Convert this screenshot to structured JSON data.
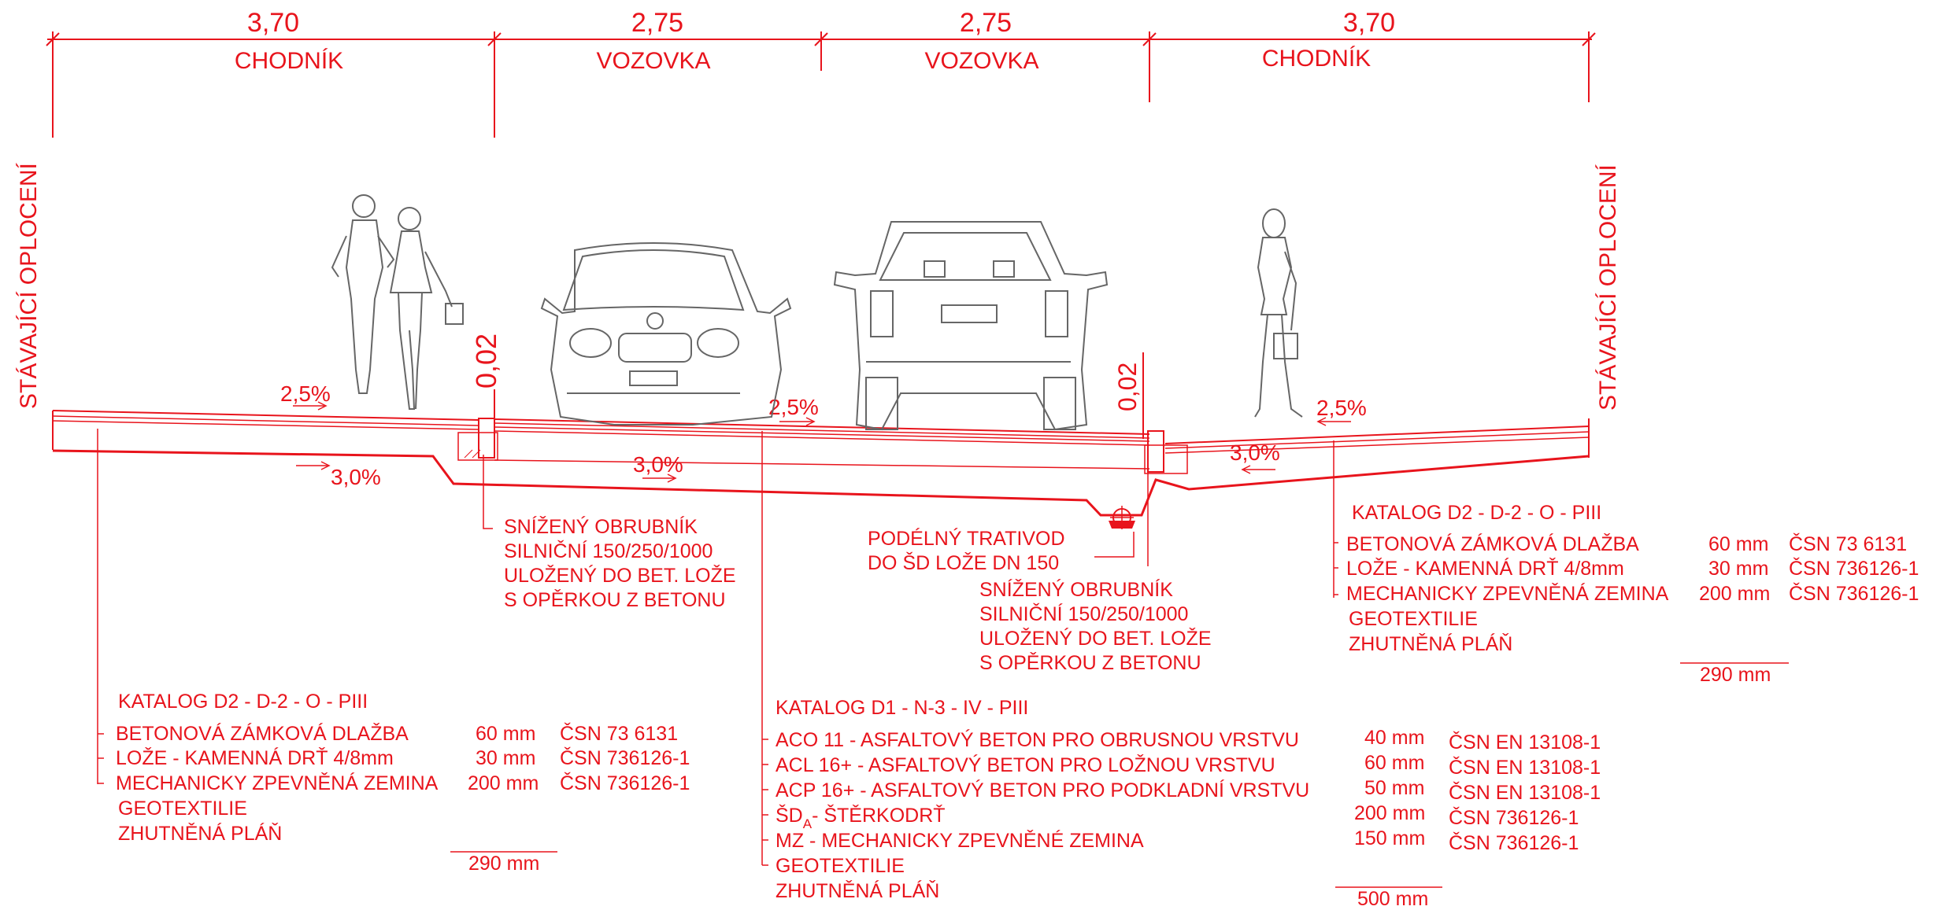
{
  "dimensions": [
    {
      "value": "3,70",
      "name": "CHODNÍK"
    },
    {
      "value": "2,75",
      "name": "VOZOVKA"
    },
    {
      "value": "2,75",
      "name": "VOZOVKA"
    },
    {
      "value": "3,70",
      "name": "CHODNÍK"
    }
  ],
  "fence_left": "STÁVAJÍCÍ OPLOCENÍ",
  "fence_right": "STÁVAJÍCÍ OPLOCENÍ",
  "heights": {
    "left": "0,02",
    "right": "0,02"
  },
  "slopes": {
    "left_top": "2,5%",
    "left_bottom": "3,0%",
    "road_top": "2,5%",
    "road_bottom": "3,0%",
    "right_top": "2,5%",
    "right_bottom": "3,0%"
  },
  "curb_left": [
    "SNÍŽENÝ OBRUBNÍK",
    "SILNIČNÍ 150/250/1000",
    "ULOŽENÝ DO BET. LOŽE",
    "S OPĚRKOU Z BETONU"
  ],
  "drain": [
    "PODÉLNÝ TRATIVOD",
    "DO ŠD LOŽE DN 150"
  ],
  "curb_right": [
    "SNÍŽENÝ OBRUBNÍK",
    "SILNIČNÍ 150/250/1000",
    "ULOŽENÝ DO BET. LOŽE",
    "S OPĚRKOU Z BETONU"
  ],
  "right_catalog": {
    "title": "KATALOG D2 - D-2 - O - PIII",
    "layers": [
      {
        "name": "BETONOVÁ ZÁMKOVÁ DLAŽBA",
        "thick": "60 mm",
        "norm": "ČSN 73 6131"
      },
      {
        "name": "LOŽE - KAMENNÁ DRŤ 4/8mm",
        "thick": "30 mm",
        "norm": "ČSN 736126-1"
      },
      {
        "name": "MECHANICKY ZPEVNĚNÁ ZEMINA",
        "thick": "200 mm",
        "norm": "ČSN 736126-1"
      },
      {
        "name": "GEOTEXTILIE",
        "thick": "",
        "norm": ""
      },
      {
        "name": "ZHUTNĚNÁ PLÁŇ",
        "thick": "",
        "norm": ""
      }
    ],
    "total": "290 mm"
  },
  "left_catalog": {
    "title": "KATALOG D2 - D-2 - O - PIII",
    "layers": [
      {
        "name": "BETONOVÁ ZÁMKOVÁ DLAŽBA",
        "thick": "60 mm",
        "norm": "ČSN 73 6131"
      },
      {
        "name": "LOŽE - KAMENNÁ DRŤ 4/8mm",
        "thick": "30 mm",
        "norm": "ČSN 736126-1"
      },
      {
        "name": "MECHANICKY ZPEVNĚNÁ ZEMINA",
        "thick": "200 mm",
        "norm": "ČSN 736126-1"
      },
      {
        "name": "GEOTEXTILIE",
        "thick": "",
        "norm": ""
      },
      {
        "name": "ZHUTNĚNÁ PLÁŇ",
        "thick": "",
        "norm": ""
      }
    ],
    "total": "290 mm"
  },
  "road_catalog": {
    "title": "KATALOG D1 - N-3 - IV - PIII",
    "layers": [
      {
        "name": "ACO 11 - ASFALTOVÝ BETON PRO OBRUSNOU VRSTVU",
        "thick": "40 mm",
        "norm": "ČSN EN 13108-1"
      },
      {
        "name": "ACL 16+ - ASFALTOVÝ BETON PRO LOŽNOU VRSTVU",
        "thick": "60 mm",
        "norm": "ČSN EN 13108-1"
      },
      {
        "name": "ACP 16+ - ASFALTOVÝ BETON PRO PODKLADNÍ VRSTVU",
        "thick": "50 mm",
        "norm": "ČSN EN 13108-1"
      },
      {
        "name": "ŠD",
        "sub": "A",
        "name_tail": "- ŠTĚRKODRŤ",
        "thick": "200 mm",
        "norm": "ČSN 736126-1"
      },
      {
        "name": "MZ - MECHANICKY ZPEVNĚNÉ ZEMINA",
        "thick": "150 mm",
        "norm": "ČSN 736126-1"
      },
      {
        "name": "GEOTEXTILIE",
        "thick": "",
        "norm": ""
      },
      {
        "name": "ZHUTNĚNÁ PLÁŇ",
        "thick": "",
        "norm": ""
      }
    ],
    "total": "500 mm"
  }
}
